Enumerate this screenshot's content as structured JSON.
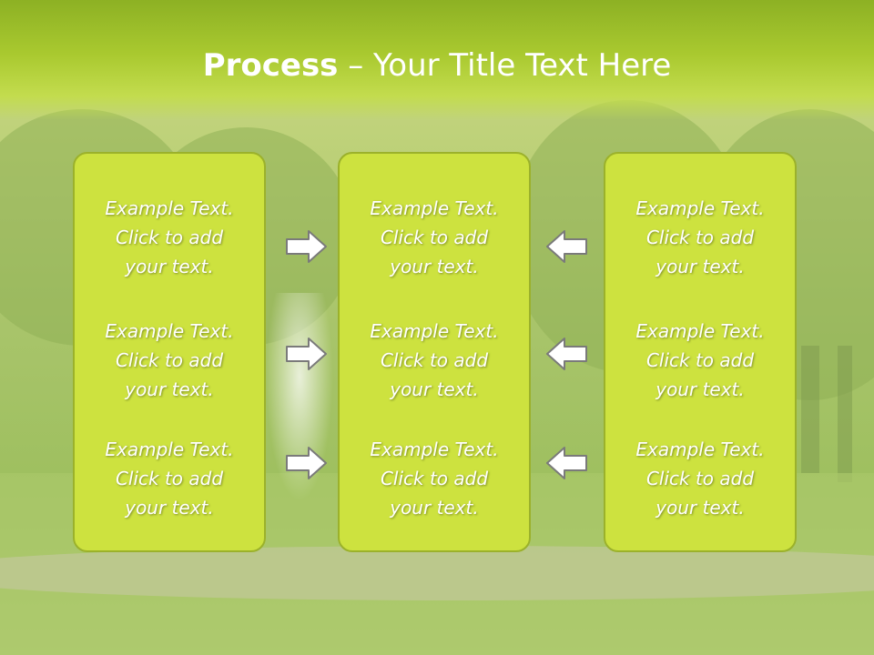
{
  "title": {
    "strong": "Process",
    "rest": " – Your Title Text Here"
  },
  "columns": [
    {
      "items": [
        "Example Text.\nClick  to add\nyour text.",
        "Example Text.\nClick  to add\nyour text.",
        "Example Text.\nClick  to add\nyour text."
      ]
    },
    {
      "items": [
        "Example Text.\nClick  to add\nyour text.",
        "Example Text.\nClick  to add\nyour text.",
        "Example Text.\nClick  to add\nyour text."
      ]
    },
    {
      "items": [
        "Example Text.\nClick  to add\nyour text.",
        "Example Text.\nClick  to add\nyour text.",
        "Example Text.\nClick  to add\nyour text."
      ]
    }
  ],
  "arrows": {
    "left_group": "arrow-right-icon",
    "right_group": "arrow-left-icon"
  },
  "colors": {
    "header": "#a9c92f",
    "box": "#cde23f",
    "box_border": "#9bb12b",
    "text": "#ffffff"
  }
}
